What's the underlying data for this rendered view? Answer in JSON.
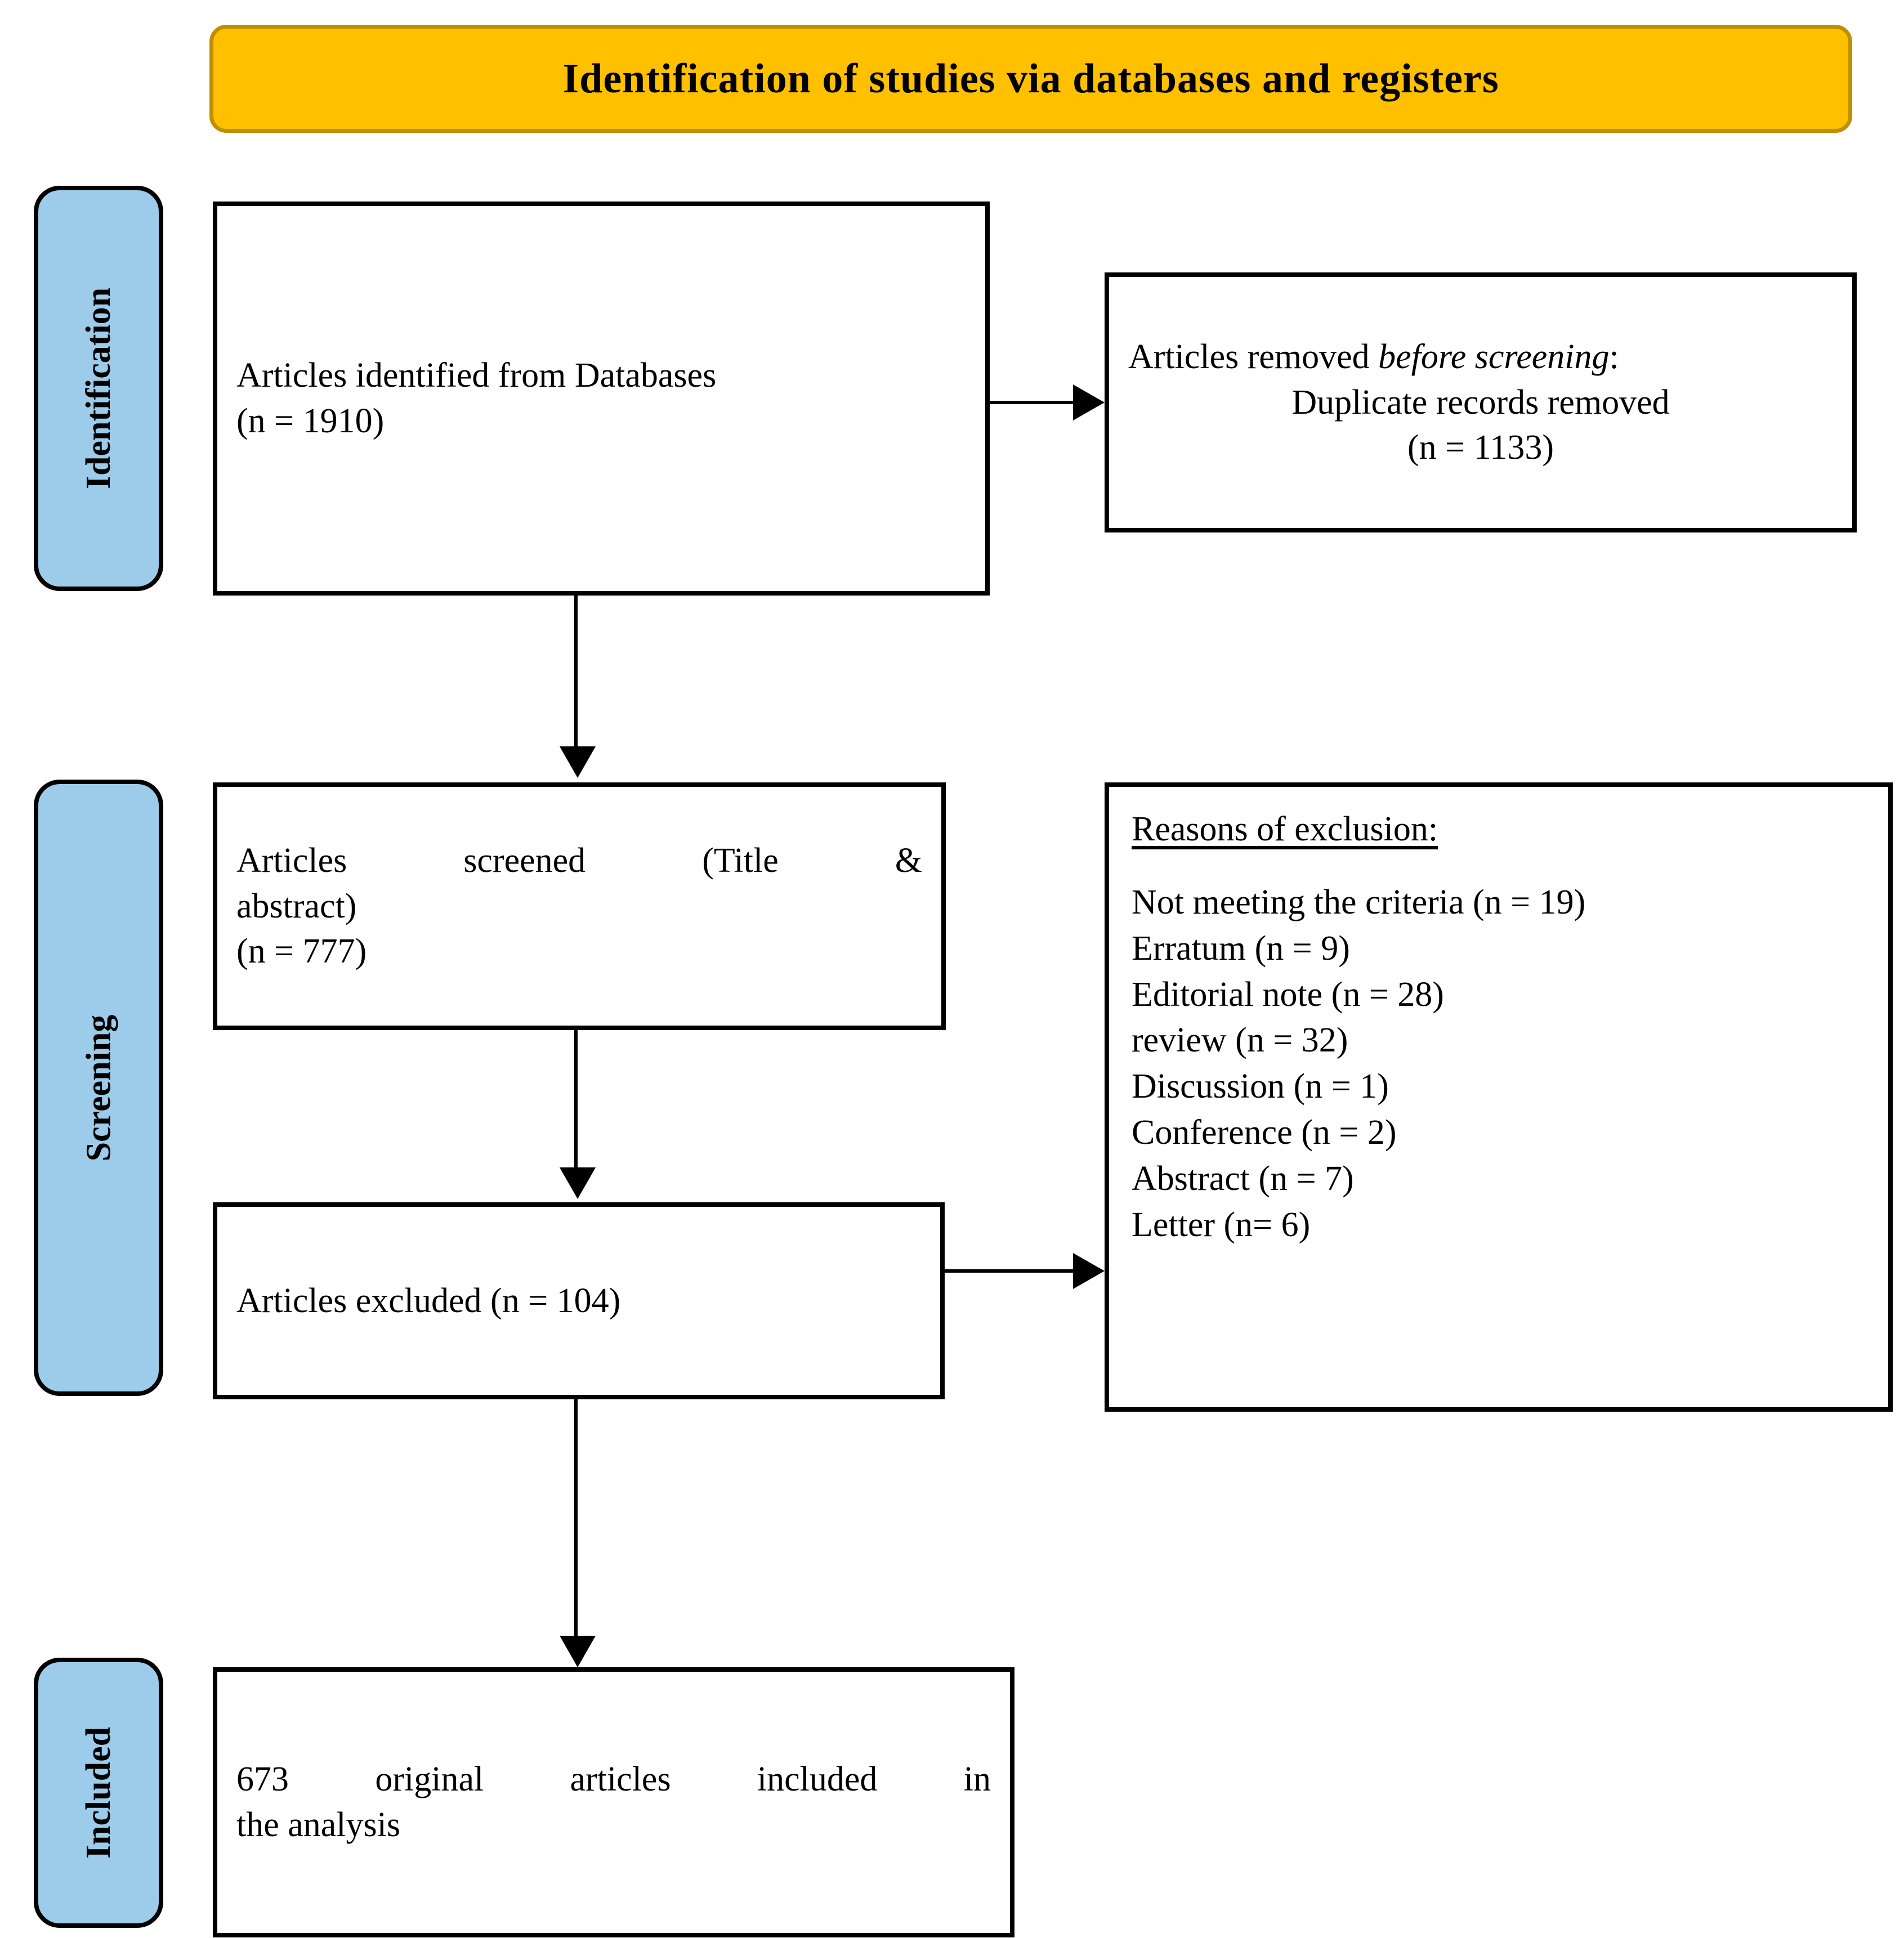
{
  "banner": {
    "title": "Identification of studies via databases and registers",
    "fill_color": "#FFC000",
    "border_color": "#BF8F00"
  },
  "stages": {
    "tab_fill_color": "#9CCCEA",
    "identification": "Identification",
    "screening": "Screening",
    "included": "Included"
  },
  "boxes": {
    "identified": {
      "line1": "Articles identified from Databases",
      "line2": "(n = 1910)",
      "count": 1910
    },
    "removed_before_screening": {
      "line1_prefix": "Articles removed ",
      "line1_italic": "before screening",
      "line1_suffix": ":",
      "line2": "Duplicate records removed",
      "line3": "(n = 1133)",
      "count": 1133
    },
    "screened": {
      "line1": "Articles screened (Title &",
      "line2": "abstract)",
      "line3": "(n = 777)",
      "count": 777
    },
    "excluded": {
      "line1": "Articles excluded (n = 104)",
      "count": 104
    },
    "reasons": {
      "heading": "Reasons of exclusion:",
      "items": [
        "Not meeting the criteria (n = 19)",
        "Erratum (n = 9)",
        "Editorial note (n = 28)",
        "review (n = 32)",
        "Discussion (n = 1)",
        "Conference (n = 2)",
        "Abstract (n = 7)",
        "Letter (n= 6)"
      ]
    },
    "included": {
      "line1": "673 original articles included in",
      "line2": "the analysis",
      "count": 673
    }
  },
  "chart_data": {
    "type": "diagram",
    "title": "Identification of studies via databases and registers",
    "nodes": [
      {
        "id": "identified",
        "stage": "Identification",
        "label": "Articles identified from Databases",
        "n": 1910
      },
      {
        "id": "removed",
        "stage": "Identification",
        "label": "Articles removed before screening: Duplicate records removed",
        "n": 1133
      },
      {
        "id": "screened",
        "stage": "Screening",
        "label": "Articles screened (Title & abstract)",
        "n": 777
      },
      {
        "id": "excluded",
        "stage": "Screening",
        "label": "Articles excluded",
        "n": 104
      },
      {
        "id": "reasons",
        "stage": "Screening",
        "label": "Reasons of exclusion",
        "n": 104
      },
      {
        "id": "included",
        "stage": "Included",
        "label": "673 original articles included in the analysis",
        "n": 673
      }
    ],
    "edges": [
      {
        "from": "identified",
        "to": "removed",
        "direction": "right"
      },
      {
        "from": "identified",
        "to": "screened",
        "direction": "down"
      },
      {
        "from": "screened",
        "to": "excluded",
        "direction": "down"
      },
      {
        "from": "excluded",
        "to": "reasons",
        "direction": "right"
      },
      {
        "from": "excluded",
        "to": "included",
        "direction": "down"
      }
    ],
    "exclusion_reasons": {
      "categories": [
        "Not meeting the criteria",
        "Erratum",
        "Editorial note",
        "review",
        "Discussion",
        "Conference",
        "Abstract",
        "Letter"
      ],
      "values": [
        19,
        9,
        28,
        32,
        1,
        2,
        7,
        6
      ]
    }
  }
}
